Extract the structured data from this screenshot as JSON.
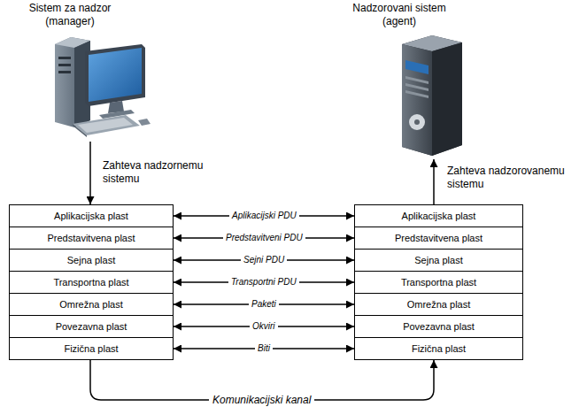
{
  "diagram": {
    "nodes": [
      {
        "text": [
          "Sistem za nadzor (manager)"
        ]
      },
      {
        "text": [
          "Nadzorovani sistem (agent)"
        ]
      },
      {
        "text": [
          "Aplikacijska plast"
        ]
      },
      {
        "text": [
          "Predstavitvena plast"
        ]
      },
      {
        "text": [
          "Sejna plast"
        ]
      },
      {
        "text": [
          "Transportna plast"
        ]
      },
      {
        "text": [
          "Omrežna plast"
        ]
      },
      {
        "text": [
          "Povezavna plast"
        ]
      },
      {
        "text": [
          "Fizična plast"
        ]
      },
      {
        "text": [
          "Aplikacijska plast"
        ]
      },
      {
        "text": [
          "Predstavitvena plast"
        ]
      },
      {
        "text": [
          "Sejna plast"
        ]
      },
      {
        "text": [
          "Transportna plast"
        ]
      },
      {
        "text": [
          "Omrežna plast"
        ]
      },
      {
        "text": [
          "Povezavna plast"
        ]
      },
      {
        "text": [
          "Fizična plast"
        ]
      }
    ],
    "edges": [
      {
        "from": 0,
        "to": 2,
        "arrow": "to",
        "label": "Zahteva nadzornemu sistemu"
      },
      {
        "from": 9,
        "to": 1,
        "arrow": "to",
        "label": "Zahteva nadzorovanemu sistemu"
      },
      {
        "from": 2,
        "to": 9,
        "arrow": "both",
        "label": "Aplikacijski PDU"
      },
      {
        "from": 3,
        "to": 10,
        "arrow": "both",
        "label": "Predstavitveni PDU"
      },
      {
        "from": 4,
        "to": 11,
        "arrow": "both",
        "label": "Sejni PDU"
      },
      {
        "from": 5,
        "to": 12,
        "arrow": "both",
        "label": "Transportni PDU"
      },
      {
        "from": 6,
        "to": 13,
        "arrow": "both",
        "label": "Paketi"
      },
      {
        "from": 7,
        "to": 14,
        "arrow": "both",
        "label": "Okviri"
      },
      {
        "from": 8,
        "to": 15,
        "arrow": "both",
        "label": "Biti"
      },
      {
        "from": 8,
        "to": 15,
        "arrow": "to",
        "label": "Komunikacijski kanal"
      }
    ]
  }
}
